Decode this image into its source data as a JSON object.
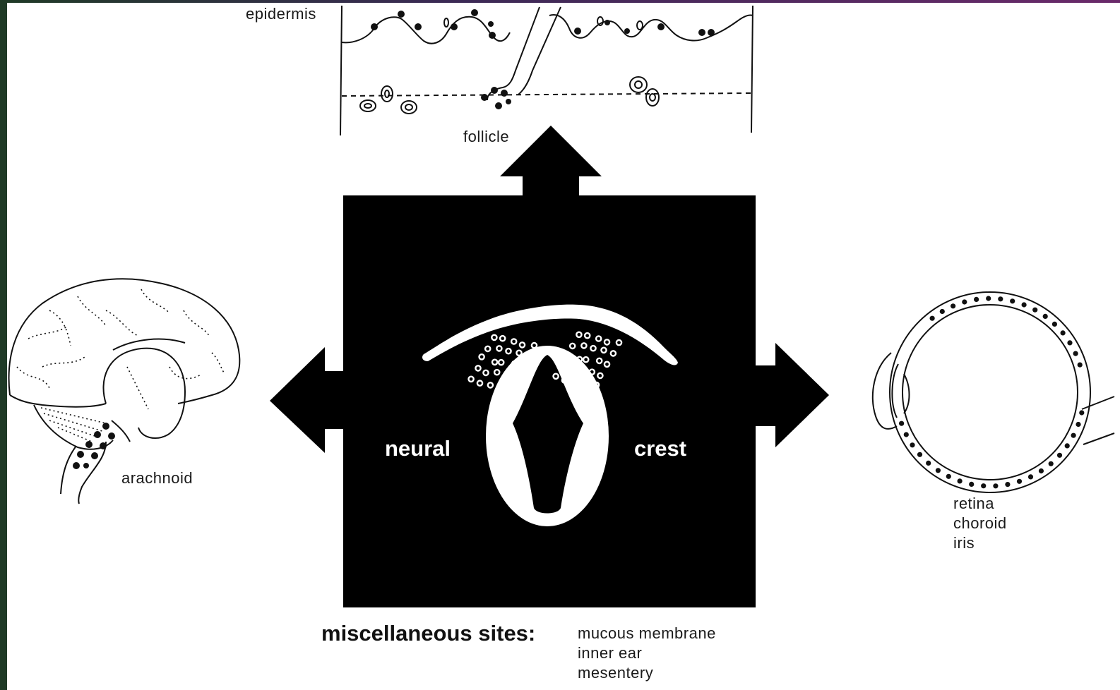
{
  "labels": {
    "epidermis": "epidermis",
    "follicle": "follicle",
    "arachnoid": "arachnoid",
    "neural": "neural",
    "crest": "crest",
    "misc_title": "miscellaneous sites:"
  },
  "eye_labels": [
    "retina",
    "choroid",
    "iris"
  ],
  "misc_sites": [
    "mucous membrane",
    "inner ear",
    "mesentery"
  ]
}
